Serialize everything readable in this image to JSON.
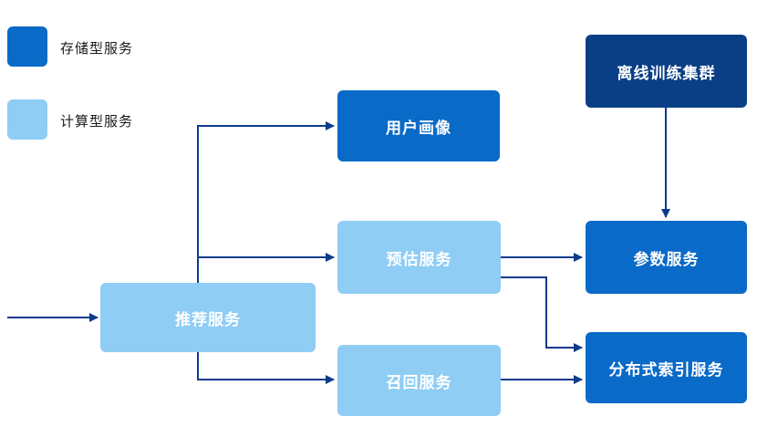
{
  "legend": {
    "storage": {
      "label": "存储型服务",
      "color": "#0a6ac8"
    },
    "compute": {
      "label": "计算型服务",
      "color": "#8fcdf5"
    }
  },
  "nodes": {
    "user_profile": "用户画像",
    "estimation": "预估服务",
    "recommend": "推荐服务",
    "recall": "召回服务",
    "offline_cluster": "离线训练集群",
    "parameter": "参数服务",
    "distributed_index": "分布式索引服务"
  },
  "colors": {
    "storage": "#0a6ac8",
    "compute": "#8fcdf5",
    "offline": "#0a3f86",
    "arrow": "#0d3b8c"
  }
}
